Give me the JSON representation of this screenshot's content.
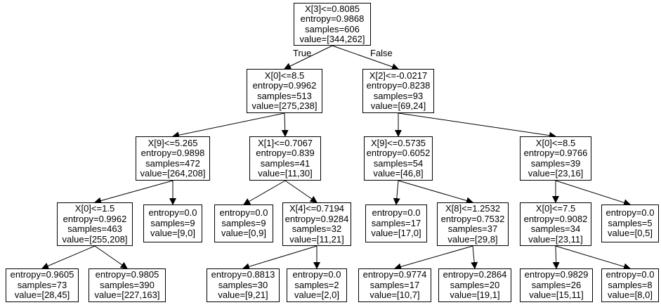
{
  "tree": {
    "edge_labels": {
      "true": "True",
      "false": "False"
    },
    "nodes": {
      "root": {
        "lines": [
          "X[3]<=0.8085",
          "entropy=0.9868",
          "samples=606",
          "value=[344,262]"
        ]
      },
      "l": {
        "lines": [
          "X[0]<=8.5",
          "entropy=0.9962",
          "samples=513",
          "value=[275,238]"
        ]
      },
      "r": {
        "lines": [
          "X[2]<=-0.0217",
          "entropy=0.8238",
          "samples=93",
          "value=[69,24]"
        ]
      },
      "ll": {
        "lines": [
          "X[9]<=5.265",
          "entropy=0.9898",
          "samples=472",
          "value=[264,208]"
        ]
      },
      "lr": {
        "lines": [
          "X[1]<=0.7067",
          "entropy=0.839",
          "samples=41",
          "value=[11,30]"
        ]
      },
      "rl": {
        "lines": [
          "X[9]<=0.5735",
          "entropy=0.6052",
          "samples=54",
          "value=[46,8]"
        ]
      },
      "rr": {
        "lines": [
          "X[0]<=8.5",
          "entropy=0.9766",
          "samples=39",
          "value=[23,16]"
        ]
      },
      "lll": {
        "lines": [
          "X[0]<=1.5",
          "entropy=0.9962",
          "samples=463",
          "value=[255,208]"
        ]
      },
      "llr": {
        "lines": [
          "entropy=0.0",
          "samples=9",
          "value=[9,0]"
        ]
      },
      "lrl": {
        "lines": [
          "entropy=0.0",
          "samples=9",
          "value=[0,9]"
        ]
      },
      "lrr": {
        "lines": [
          "X[4]<=0.7194",
          "entropy=0.9284",
          "samples=32",
          "value=[11,21]"
        ]
      },
      "rll": {
        "lines": [
          "entropy=0.0",
          "samples=17",
          "value=[17,0]"
        ]
      },
      "rlr": {
        "lines": [
          "X[8]<=1.2532",
          "entropy=0.7532",
          "samples=37",
          "value=[29,8]"
        ]
      },
      "rrl": {
        "lines": [
          "X[0]<=7.5",
          "entropy=0.9082",
          "samples=34",
          "value=[23,11]"
        ]
      },
      "rrr": {
        "lines": [
          "entropy=0.0",
          "samples=5",
          "value=[0,5]"
        ]
      },
      "llll": {
        "lines": [
          "entropy=0.9605",
          "samples=73",
          "value=[28,45]"
        ]
      },
      "lllr": {
        "lines": [
          "entropy=0.9805",
          "samples=390",
          "value=[227,163]"
        ]
      },
      "lrrl": {
        "lines": [
          "entropy=0.8813",
          "samples=30",
          "value=[9,21]"
        ]
      },
      "lrrr": {
        "lines": [
          "entropy=0.0",
          "samples=2",
          "value=[2,0]"
        ]
      },
      "rlrl": {
        "lines": [
          "entropy=0.9774",
          "samples=17",
          "value=[10,7]"
        ]
      },
      "rlrr": {
        "lines": [
          "entropy=0.2864",
          "samples=20",
          "value=[19,1]"
        ]
      },
      "rrll": {
        "lines": [
          "entropy=0.9829",
          "samples=26",
          "value=[15,11]"
        ]
      },
      "rrlr": {
        "lines": [
          "entropy=0.0",
          "samples=8",
          "value=[8,0]"
        ]
      }
    }
  }
}
